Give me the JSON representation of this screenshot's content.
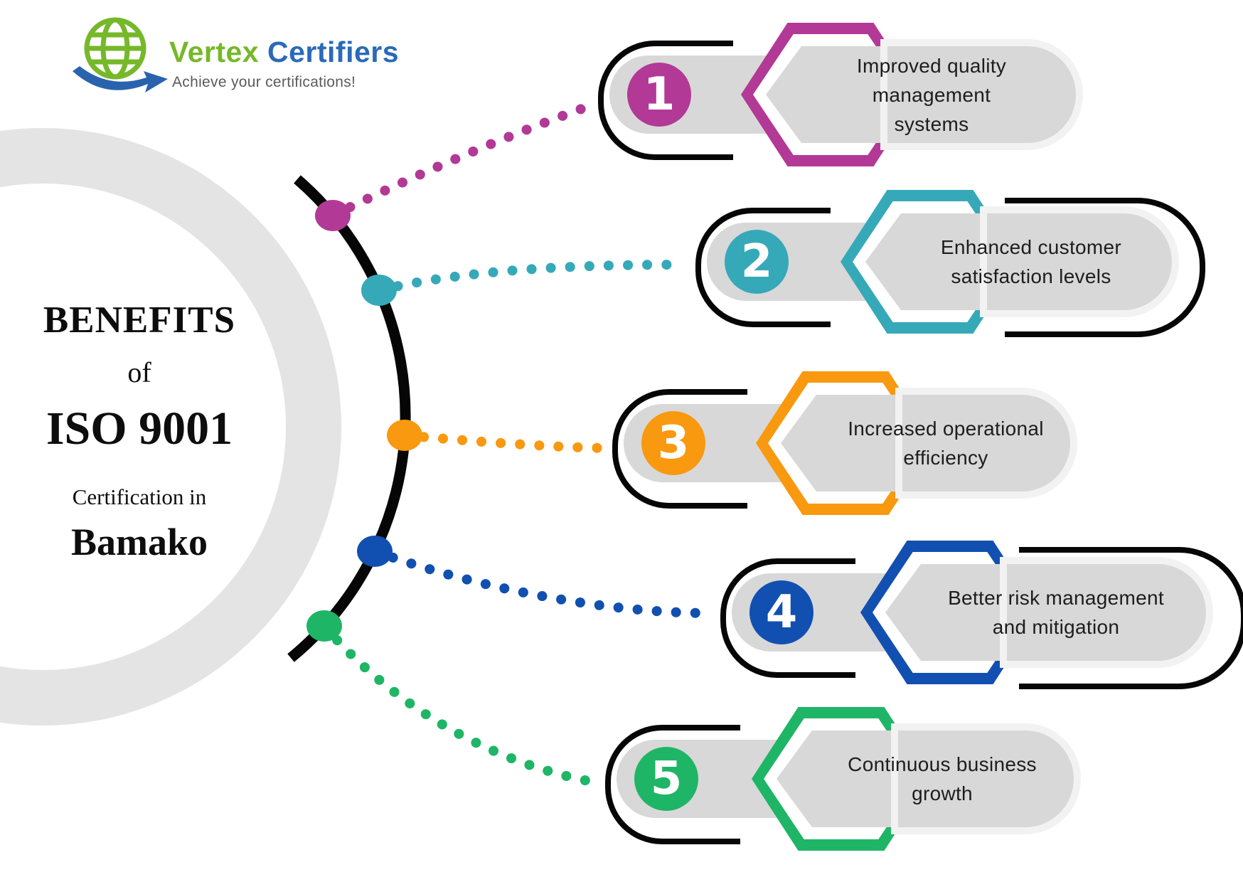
{
  "logo": {
    "brand_part1": "Vertex",
    "brand_part2": "Certifiers",
    "tagline": "Achieve your certifications!",
    "globe_icon_color": "#76b82a",
    "arrow_icon_color": "#2a63ad",
    "brand_color_1": "#76b82a",
    "brand_color_2": "#2a6ab8"
  },
  "headline": {
    "line1": "BENEFITS",
    "line2": "of",
    "line3": "ISO 9001",
    "line4": "Certification in",
    "line5": "Bamako"
  },
  "benefits": [
    {
      "number": "1",
      "color": "#b23996",
      "label": "Improved quality management systems",
      "lines": [
        "Improved quality",
        "management",
        "systems"
      ]
    },
    {
      "number": "2",
      "color": "#36a9b9",
      "label": "Enhanced customer satisfaction levels",
      "lines": [
        "Enhanced customer",
        "satisfaction levels"
      ]
    },
    {
      "number": "3",
      "color": "#f9990f",
      "label": "Increased operational efficiency",
      "lines": [
        "Increased operational",
        "efficiency"
      ]
    },
    {
      "number": "4",
      "color": "#1150b0",
      "label": "Better risk management and mitigation",
      "lines": [
        "Better risk management",
        "and mitigation"
      ]
    },
    {
      "number": "5",
      "color": "#1fb566",
      "label": "Continuous business growth",
      "lines": [
        "Continuous  business",
        "growth"
      ]
    }
  ],
  "decor_colors": {
    "timeline_arc": "#060606",
    "gray_ring": "#e4e4e4",
    "pill_gray": "#d8d8d8",
    "pill_halo": "#f2f2f2"
  }
}
